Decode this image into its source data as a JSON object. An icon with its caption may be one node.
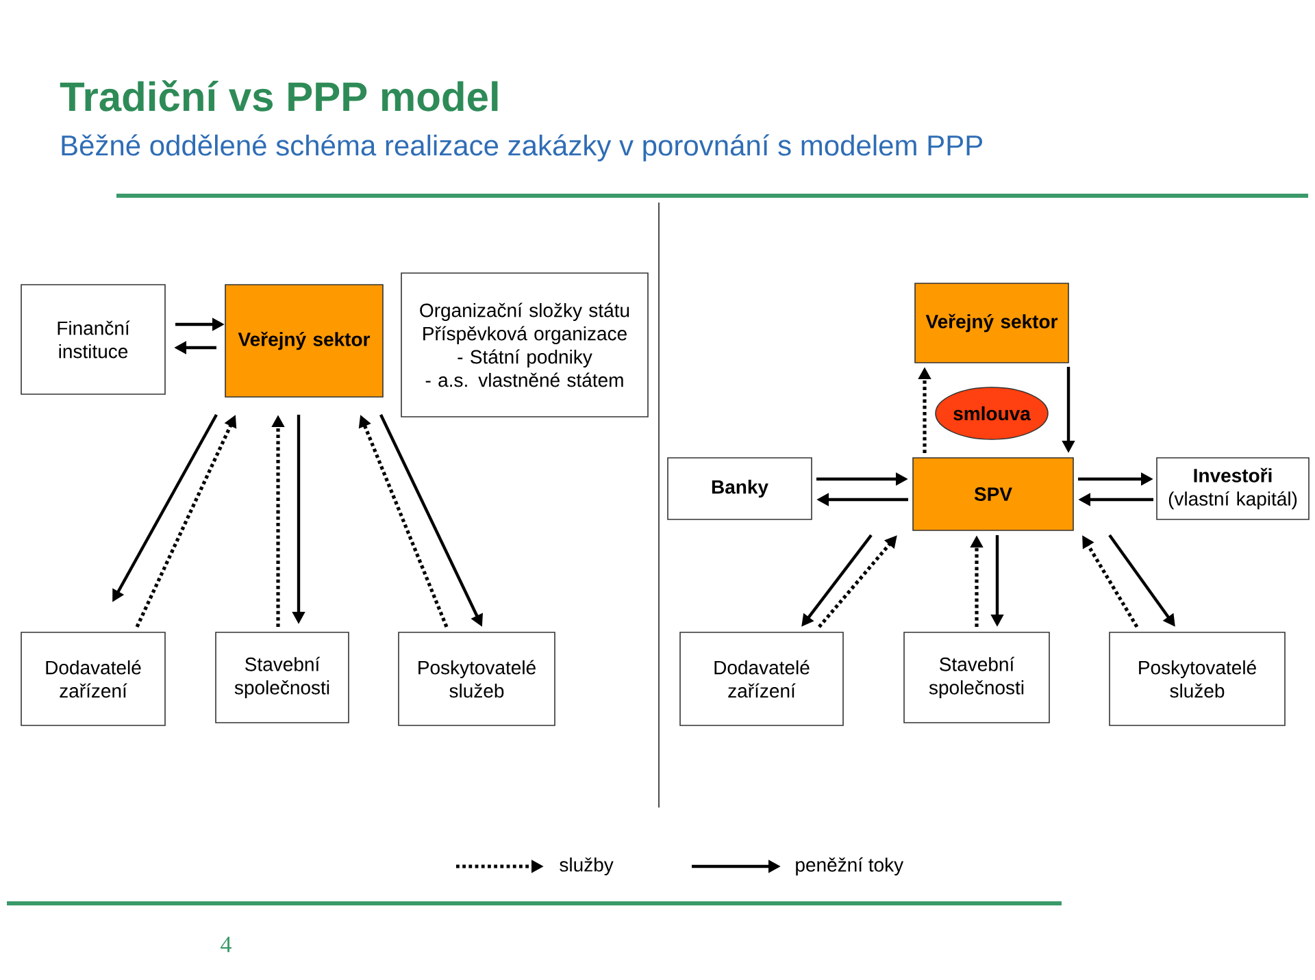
{
  "diagram": {
    "title": "Tradiční vs PPP model",
    "nodes": [
      {
        "text": [
          "Finanční instituce"
        ]
      },
      {
        "text": [
          "Veřejný sektor"
        ]
      },
      {
        "text": [
          "Organizační složky státu",
          "Příspěvková organizace",
          "- Státní podniky",
          "- a.s. vlastněné státem"
        ]
      },
      {
        "text": [
          "Dodavatelé zařízení"
        ]
      },
      {
        "text": [
          "Stavební společnosti"
        ]
      },
      {
        "text": [
          "Poskytovatelé služeb"
        ]
      },
      {
        "text": [
          "Veřejný sektor"
        ]
      },
      {
        "text": [
          "smlouva"
        ]
      },
      {
        "text": [
          "Banky"
        ]
      },
      {
        "text": [
          "SPV"
        ]
      },
      {
        "text": [
          "Investoři",
          "(vlastní kapitál)"
        ]
      },
      {
        "text": [
          "Dodavatelé zařízení"
        ]
      },
      {
        "text": [
          "Stavební společnosti"
        ]
      },
      {
        "text": [
          "Poskytovatelé služeb"
        ]
      }
    ],
    "edges": [
      {
        "from": 0,
        "to": 1,
        "arrow": "to"
      },
      {
        "from": 1,
        "to": 0,
        "arrow": "to"
      },
      {
        "from": 1,
        "to": 3,
        "arrow": "to"
      },
      {
        "from": 3,
        "to": 1,
        "arrow": "to",
        "style": "dashed"
      },
      {
        "from": 4,
        "to": 1,
        "arrow": "to",
        "style": "dashed"
      },
      {
        "from": 1,
        "to": 4,
        "arrow": "to"
      },
      {
        "from": 5,
        "to": 1,
        "arrow": "to",
        "style": "dashed"
      },
      {
        "from": 1,
        "to": 5,
        "arrow": "to"
      },
      {
        "from": 9,
        "to": 6,
        "arrow": "to",
        "style": "dashed"
      },
      {
        "from": 6,
        "to": 9,
        "arrow": "to"
      },
      {
        "from": 8,
        "to": 9,
        "arrow": "to"
      },
      {
        "from": 9,
        "to": 8,
        "arrow": "to"
      },
      {
        "from": 9,
        "to": 10,
        "arrow": "to"
      },
      {
        "from": 10,
        "to": 9,
        "arrow": "to"
      },
      {
        "from": 9,
        "to": 11,
        "arrow": "to"
      },
      {
        "from": 11,
        "to": 9,
        "arrow": "to",
        "style": "dashed"
      },
      {
        "from": 12,
        "to": 9,
        "arrow": "to",
        "style": "dashed"
      },
      {
        "from": 9,
        "to": 12,
        "arrow": "to"
      },
      {
        "from": 13,
        "to": 9,
        "arrow": "to",
        "style": "dashed"
      },
      {
        "from": 9,
        "to": 13,
        "arrow": "to"
      }
    ],
    "labels": [
      "Běžné oddělené schéma realizace zakázky v porovnání s modelem PPP",
      "4"
    ],
    "legend": [
      {
        "text": "služby"
      },
      {
        "text": "peněžní toky"
      }
    ]
  }
}
